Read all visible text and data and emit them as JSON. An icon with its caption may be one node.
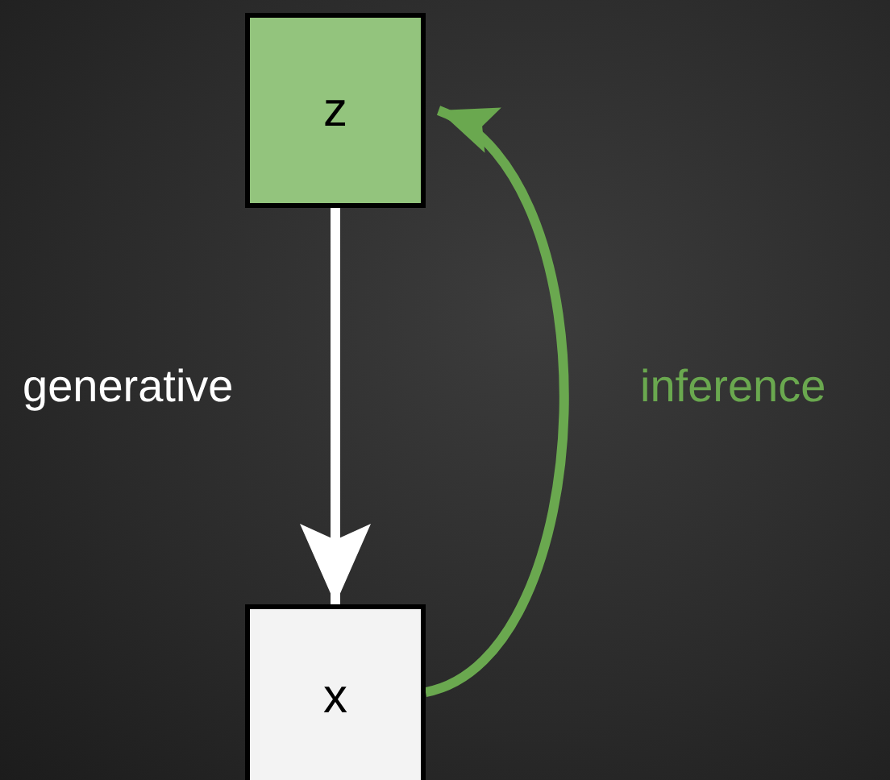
{
  "diagram": {
    "nodes": [
      {
        "text": [
          "z"
        ]
      },
      {
        "text": [
          "x"
        ]
      }
    ],
    "edges": [
      {
        "from": 0,
        "to": 1,
        "arrow": "to",
        "label": "generative",
        "color": "#ffffff"
      },
      {
        "from": 1,
        "to": 0,
        "arrow": "to",
        "label": "inference",
        "color": "#6aa84f"
      }
    ]
  }
}
